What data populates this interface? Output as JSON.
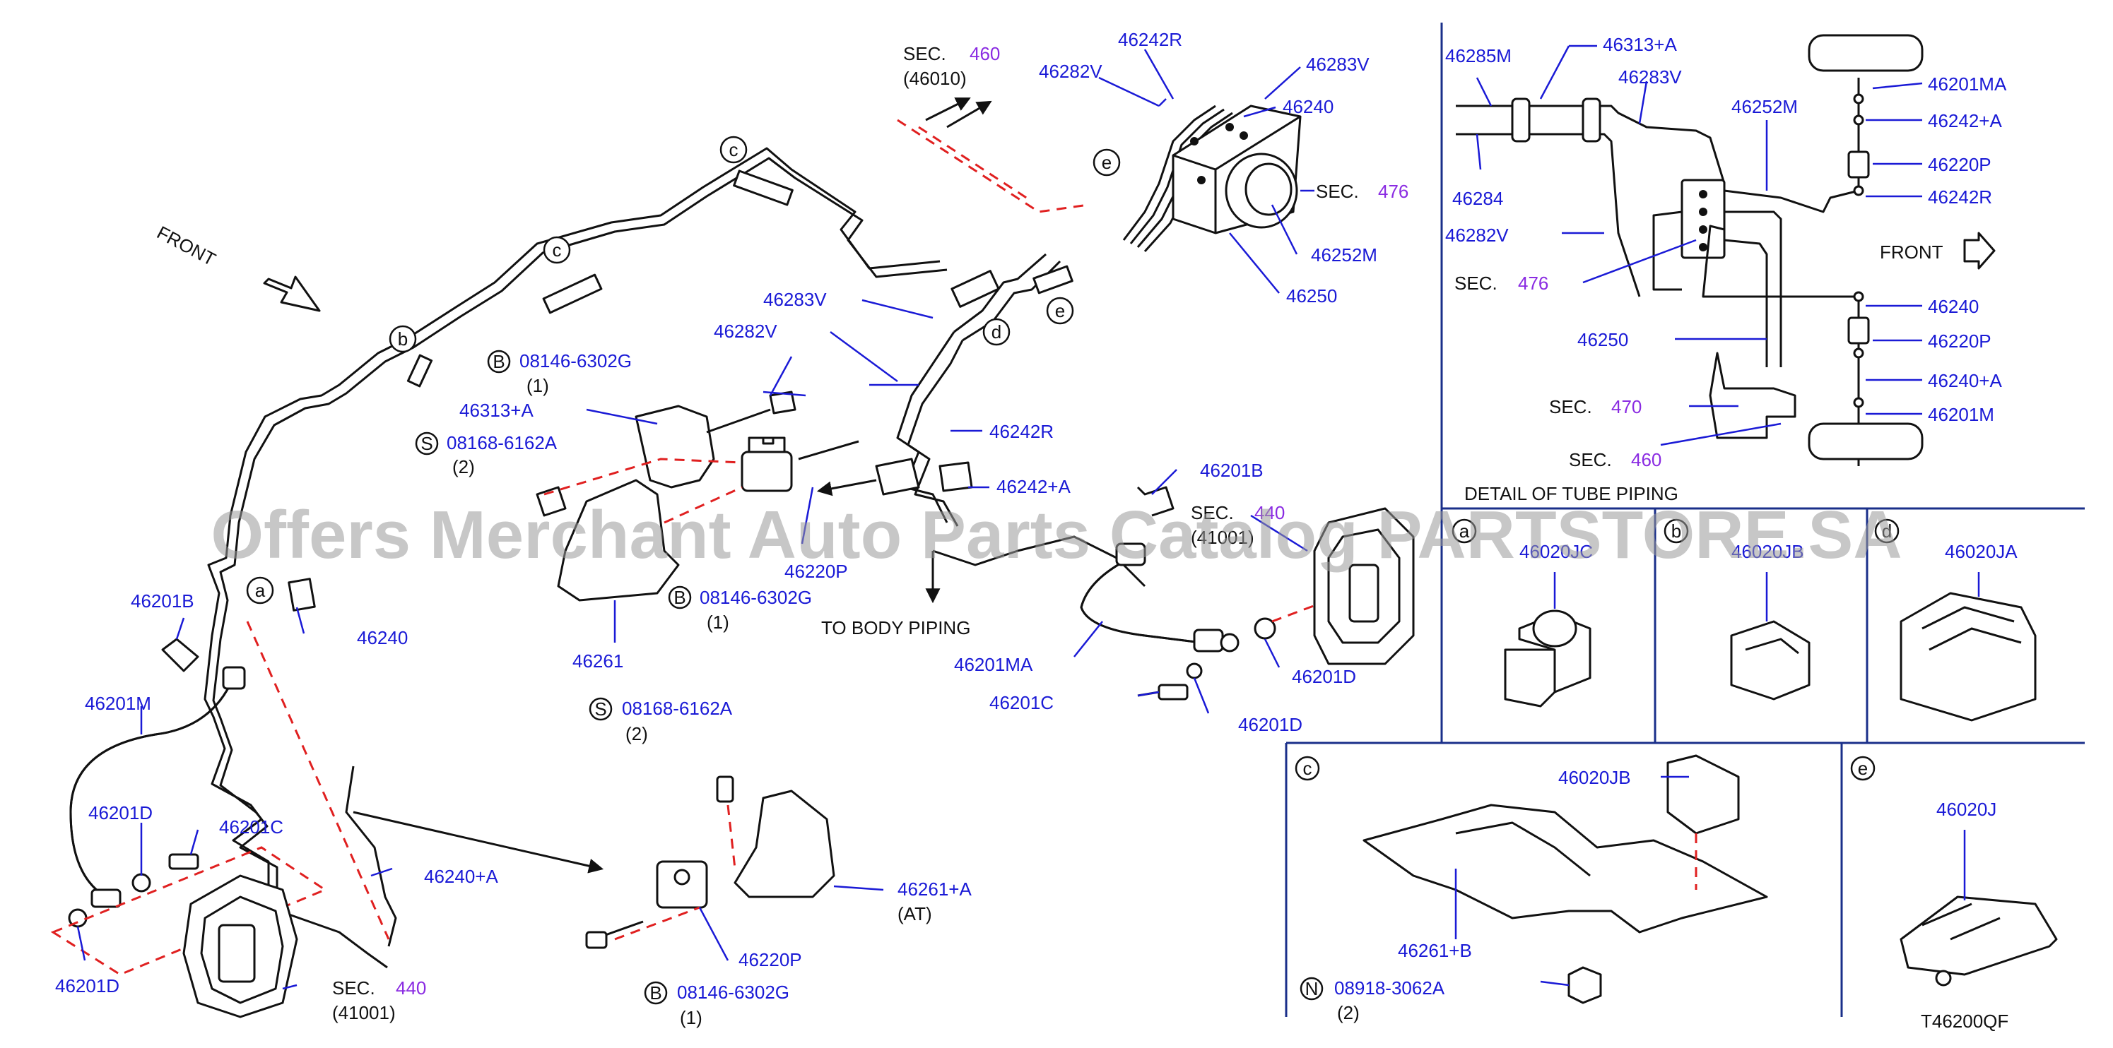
{
  "labels": {
    "front_main": "FRONT",
    "front_detail": "FRONT",
    "detail_title": "DETAIL   OF   TUBE   PIPING",
    "to_body": "TO   BODY   PIPING",
    "drawing_id": "T46200QF",
    "watermark": "Offers Merchant Auto Parts Catalog PARTSTORE.SA"
  },
  "sections": {
    "sec_word": "SEC.",
    "sec460": "460",
    "sec460_sub": "(46010)",
    "sec476": "476",
    "sec440": "440",
    "sec440_sub": "(41001)",
    "sec470": "470"
  },
  "bolts": {
    "b1_code": "08146-6302G",
    "b1_qty": "(1)",
    "s1_code": "08168-6162A",
    "s1_qty": "(2)",
    "b2_code": "08146-6302G",
    "b2_qty": "(1)",
    "s2_code": "08168-6162A",
    "s2_qty": "(2)",
    "b3_code": "08146-6302G",
    "b3_qty": "(1)",
    "n1_code": "08918-3062A",
    "n1_qty": "(2)",
    "letter_b": "B",
    "letter_s": "S",
    "letter_n": "N"
  },
  "callouts": {
    "a": "a",
    "b": "b",
    "c": "c",
    "d": "d",
    "e": "e"
  },
  "parts": {
    "p46242R_top": "46242R",
    "p46282V_top": "46282V",
    "p46283V_top": "46283V",
    "p46240_top": "46240",
    "p46252M": "46252M",
    "p46250": "46250",
    "p46283V_mid": "46283V",
    "p46282V_mid": "46282V",
    "p46313A": "46313+A",
    "p46242R_mid": "46242R",
    "p46242A": "46242+A",
    "p46220P_mid": "46220P",
    "p46261": "46261",
    "p46201B_right": "46201B",
    "p46201MA": "46201MA",
    "p46201C_right": "46201C",
    "p46201D_right1": "46201D",
    "p46201D_right2": "46201D",
    "p46201B_left": "46201B",
    "p46240_left": "46240",
    "p46201M": "46201M",
    "p46201D_left1": "46201D",
    "p46201C_left": "46201C",
    "p46201D_left2": "46201D",
    "p46240A": "46240+A",
    "p46261A": "46261+A",
    "p46261A_sub": "(AT)",
    "p46220P_low": "46220P"
  },
  "schematic": {
    "p46285M": "46285M",
    "p46313A": "46313+A",
    "p46283V": "46283V",
    "p46284": "46284",
    "p46282V": "46282V",
    "p46252M": "46252M",
    "p46250": "46250",
    "p46201MA": "46201MA",
    "p46242A": "46242+A",
    "p46220P_1": "46220P",
    "p46242R": "46242R",
    "p46240": "46240",
    "p46220P_2": "46220P",
    "p46240A": "46240+A",
    "p46201M": "46201M"
  },
  "details": {
    "a_part": "46020JC",
    "b_part": "46020JB",
    "d_part": "46020JA",
    "c_part_clip": "46020JB",
    "c_part_plate": "46261+B",
    "e_part": "46020J"
  },
  "colors": {
    "part_number": "#1a1ad6",
    "section_number": "#8a2be2",
    "dashed_guide": "#e02020",
    "frame": "#1a2f8a"
  }
}
